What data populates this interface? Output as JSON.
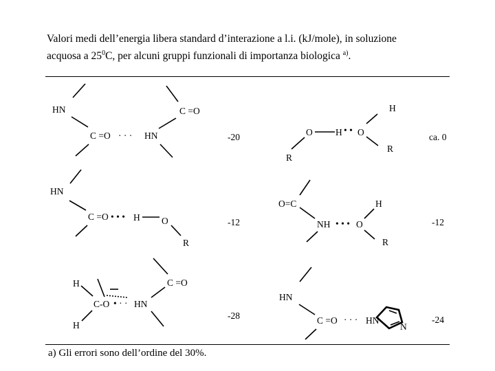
{
  "caption": {
    "line1": "Valori medi dell’energia libera standard d’interazione a l.i. (kJ/mole), in soluzione",
    "line2_pre": "acquosa a 25",
    "line2_sup": "0",
    "line2_post": "C, per alcuni gruppi funzionali di importanza biologica ",
    "note_mark": "a)",
    "line2_end": "."
  },
  "entries": [
    {
      "id": "amide-amide",
      "labels": {
        "hn1": "HN",
        "co_top": "C =O",
        "co_acc": "C =O",
        "dots": "· · ·",
        "hn2": "HN"
      },
      "value": "-20"
    },
    {
      "id": "hydroxyl-hydroxyl",
      "labels": {
        "o1": "O",
        "h_mid": "H",
        "dots": "• •",
        "o2": "O",
        "h_top": "H",
        "r1": "R",
        "r2": "R"
      },
      "value": "ca. 0"
    },
    {
      "id": "amide-hydroxyl",
      "labels": {
        "hn": "HN",
        "co": "C =O",
        "dots": "• • •",
        "h": "H",
        "o": "O",
        "r": "R"
      },
      "value": "-12"
    },
    {
      "id": "amide-nh-hydroxyl",
      "labels": {
        "oc": "O=C",
        "nh": "NH",
        "dots": "• • •",
        "o": "O",
        "h": "H",
        "r": "R"
      },
      "value": "-12"
    },
    {
      "id": "carbohydrate-amide",
      "labels": {
        "h1": "H",
        "h2": "H",
        "co": "C-O",
        "dots": "• · ·",
        "hn": "HN",
        "co2": "C =O"
      },
      "value": "-28"
    },
    {
      "id": "amide-imidazole",
      "labels": {
        "hn": "HN",
        "co": "C =O",
        "dots": "· · ·",
        "hn2": "HN",
        "n": "N"
      },
      "value": "-24"
    }
  ],
  "footnote": "a) Gli errori sono dell’ordine del 30%."
}
